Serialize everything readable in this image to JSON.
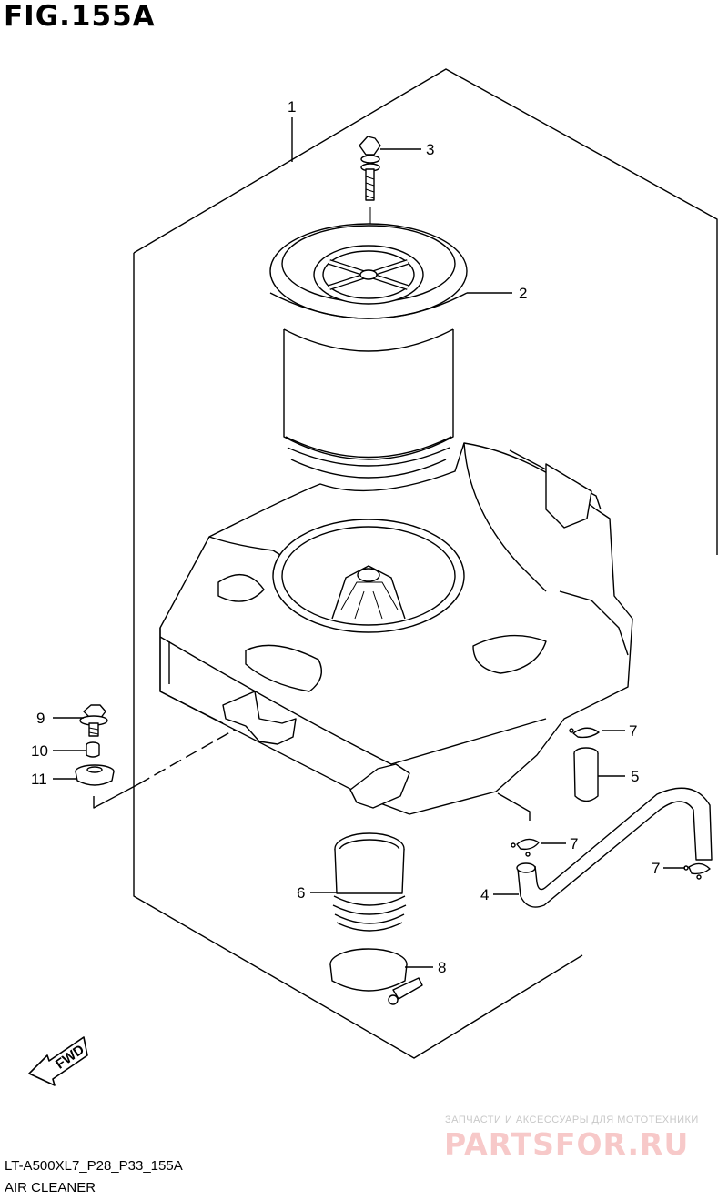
{
  "figure": {
    "title": "FIG.155A",
    "model_code": "LT-A500XL7_P28_P33_155A",
    "caption": "AIR CLEANER"
  },
  "fwd_label": "FWD",
  "callouts": [
    "1",
    "2",
    "3",
    "4",
    "5",
    "6",
    "7",
    "7",
    "7",
    "8",
    "9",
    "10",
    "11"
  ],
  "watermark": {
    "tagline": "ЗАПЧАСТИ И АКСЕССУАРЫ ДЛЯ МОТОТЕХНИКИ",
    "brand": "PARTSFOR.RU"
  }
}
